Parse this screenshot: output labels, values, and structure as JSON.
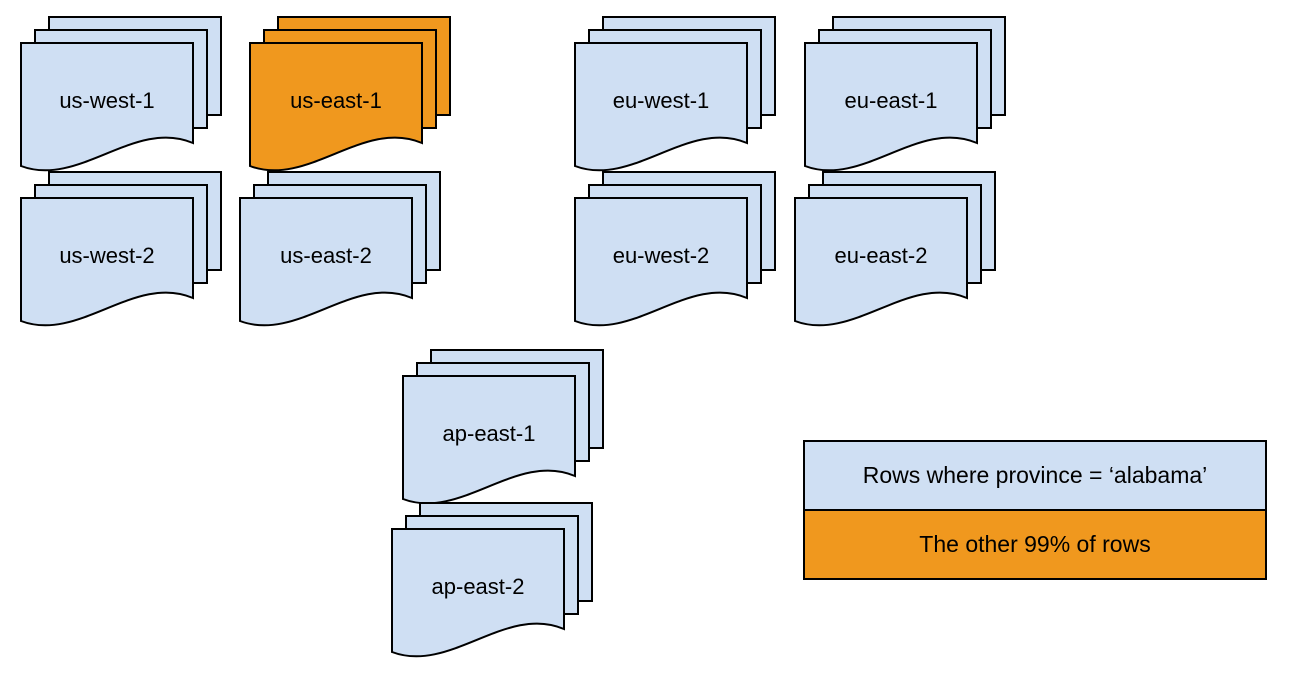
{
  "colors": {
    "base_blue": "#cfdff3",
    "highlight_orange": "#f0981e",
    "stroke": "#000000",
    "background": "#ffffff"
  },
  "stacks": [
    {
      "id": "us-west-1",
      "label": "us-west-1",
      "color": "blue"
    },
    {
      "id": "us-east-1",
      "label": "us-east-1",
      "color": "orange"
    },
    {
      "id": "eu-west-1",
      "label": "eu-west-1",
      "color": "blue"
    },
    {
      "id": "eu-east-1",
      "label": "eu-east-1",
      "color": "blue"
    },
    {
      "id": "us-west-2",
      "label": "us-west-2",
      "color": "blue"
    },
    {
      "id": "us-east-2",
      "label": "us-east-2",
      "color": "blue"
    },
    {
      "id": "eu-west-2",
      "label": "eu-west-2",
      "color": "blue"
    },
    {
      "id": "eu-east-2",
      "label": "eu-east-2",
      "color": "blue"
    },
    {
      "id": "ap-east-1",
      "label": "ap-east-1",
      "color": "blue"
    },
    {
      "id": "ap-east-2",
      "label": "ap-east-2",
      "color": "blue"
    }
  ],
  "legend": {
    "items": [
      {
        "label": "Rows where province = ‘alabama’",
        "color": "blue"
      },
      {
        "label": "The other 99% of rows",
        "color": "orange"
      }
    ]
  }
}
